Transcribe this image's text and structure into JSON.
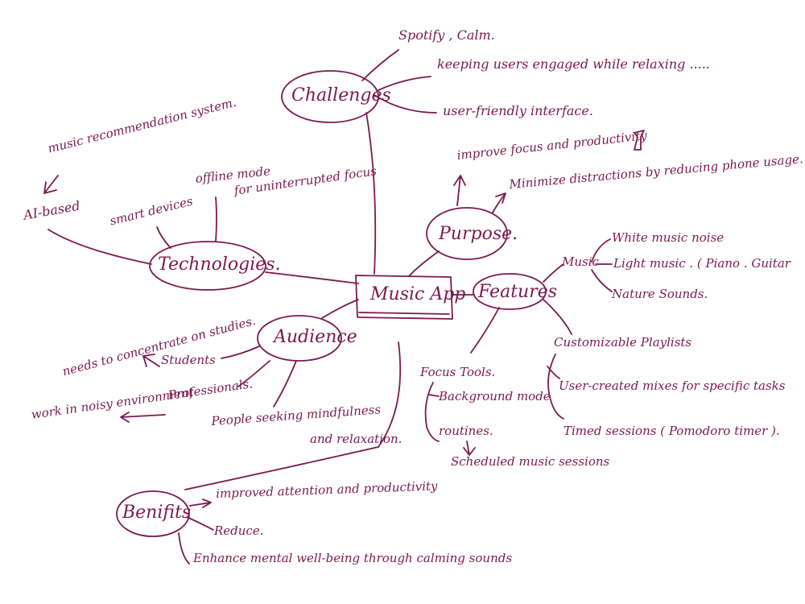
{
  "center": {
    "label": "Music App"
  },
  "challenges": {
    "label": "Challenges",
    "items": [
      "Spotify , Calm.",
      "keeping users engaged while relaxing .....",
      "user-friendly interface."
    ]
  },
  "technologies": {
    "label": "Technologies.",
    "ai": "AI-based",
    "music_rec": "music recommendation system.",
    "smart_devices": "smart devices",
    "offline_1": "offline mode",
    "offline_2": "for uninterrupted focus"
  },
  "purpose": {
    "label": "Purpose.",
    "items": [
      "improve focus and productivity",
      "Minimize distractions by reducing phone usage."
    ]
  },
  "features": {
    "label": "Features",
    "music": {
      "label": "Music",
      "items": [
        "White music noise",
        "Light music . ( Piano . Guitar",
        "Nature Sounds."
      ]
    },
    "focus_tools": {
      "label": "Focus Tools.",
      "items": [
        "Background mode",
        "routines.",
        "Scheduled music sessions"
      ]
    },
    "playlists": {
      "label": "Customizable Playlists",
      "items": [
        "User-created mixes for specific tasks",
        "Timed sessions ( Pomodoro timer )."
      ]
    }
  },
  "audience": {
    "label": "Audience",
    "students": "Students",
    "students_note": "needs to concentrate on studies.",
    "professionals": "Professionals.",
    "professionals_note": "work in noisy environment",
    "mindfulness_1": "People seeking mindfulness",
    "mindfulness_2": "and relaxation."
  },
  "benefits": {
    "label": "Benifits",
    "items": [
      "improved attention and productivity",
      "Reduce.",
      "Enhance mental well-being through calming sounds"
    ]
  }
}
